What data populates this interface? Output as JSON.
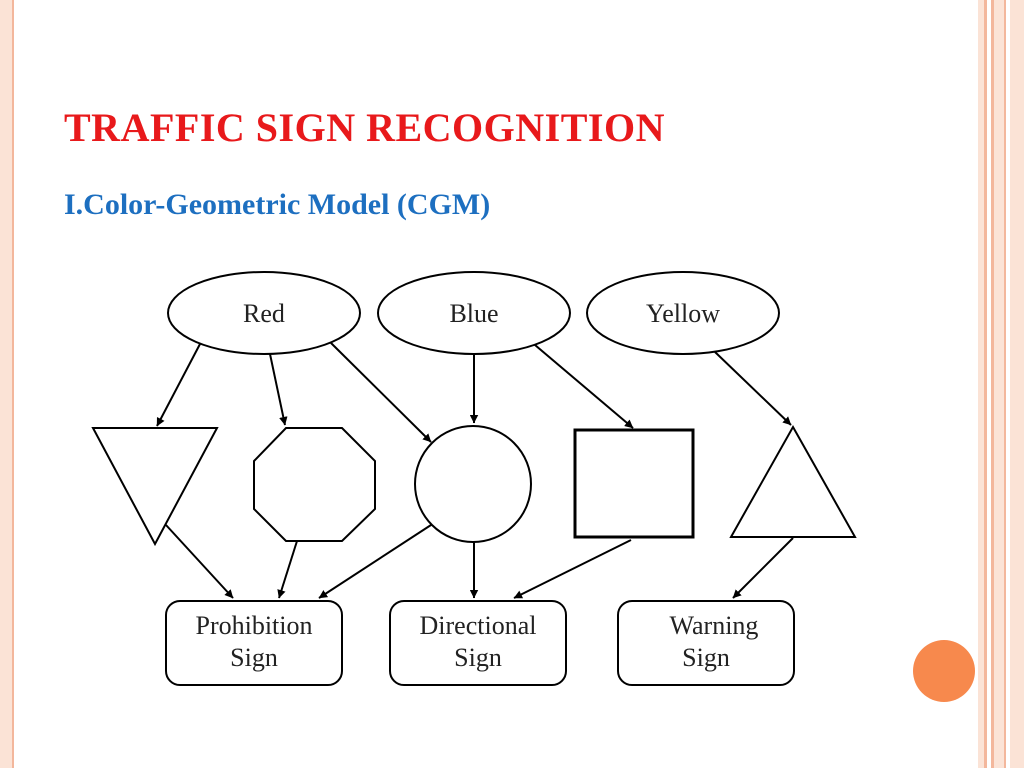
{
  "slide": {
    "title": "TRAFFIC SIGN RECOGNITION",
    "subtitle": "I.Color-Geometric Model (CGM)"
  },
  "diagram": {
    "colors": [
      "Red",
      "Blue",
      "Yellow"
    ],
    "shapes": [
      "inverted-triangle",
      "octagon",
      "circle",
      "square",
      "triangle"
    ],
    "categories": [
      {
        "line1": "Prohibition",
        "line2": "Sign"
      },
      {
        "line1": "Directional",
        "line2": "Sign"
      },
      {
        "line1": "Warning",
        "line2": "Sign"
      }
    ]
  },
  "theme": {
    "title_color": "#e8191b",
    "subtitle_color": "#1d6fc0",
    "accent_color": "#f7894d",
    "frame_color": "#f3b79c"
  }
}
